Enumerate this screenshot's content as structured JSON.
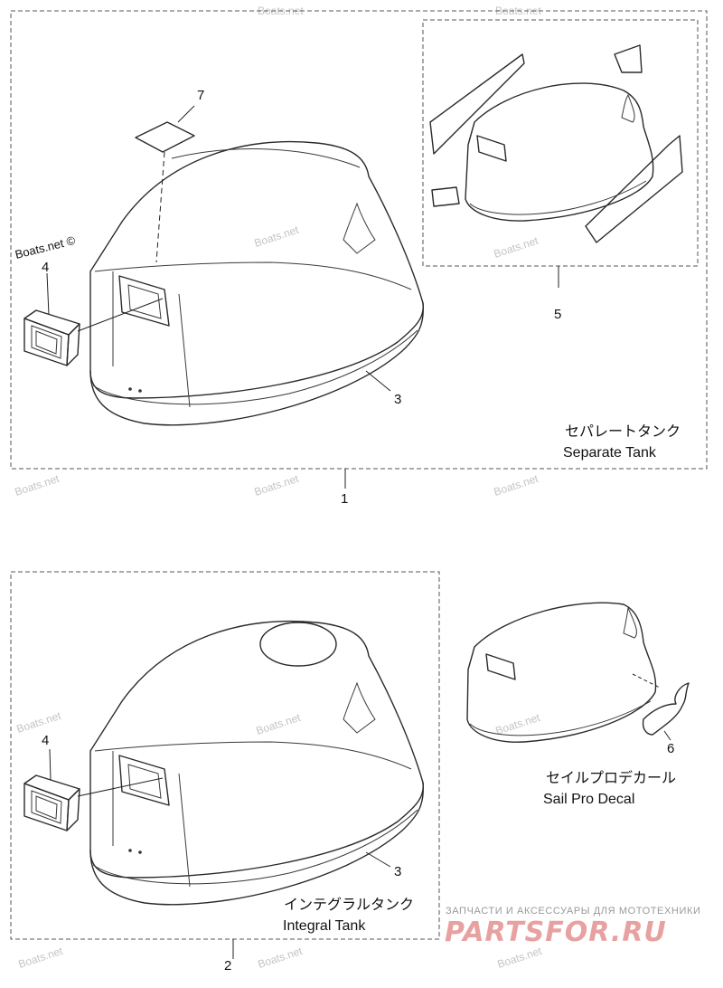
{
  "callouts": {
    "n1": "1",
    "n2": "2",
    "n3_top": "3",
    "n3_bottom": "3",
    "n4_top": "4",
    "n4_bottom": "4",
    "n5": "5",
    "n6": "6",
    "n7": "7"
  },
  "captions": {
    "separate_jp": "セパレートタンク",
    "separate_en": "Separate Tank",
    "integral_jp": "インテグラルタンク",
    "integral_en": "Integral Tank",
    "sailpro_jp": "セイルプロデカール",
    "sailpro_en": "Sail Pro Decal"
  },
  "watermark": {
    "text": "Boats.net",
    "credit": "Boats.net ©"
  },
  "brand": {
    "tagline": "ЗАПЧАСТИ И АКСЕССУАРЫ ДЛЯ МОТОТЕХНИКИ",
    "name": "PARTSFOR.RU"
  }
}
